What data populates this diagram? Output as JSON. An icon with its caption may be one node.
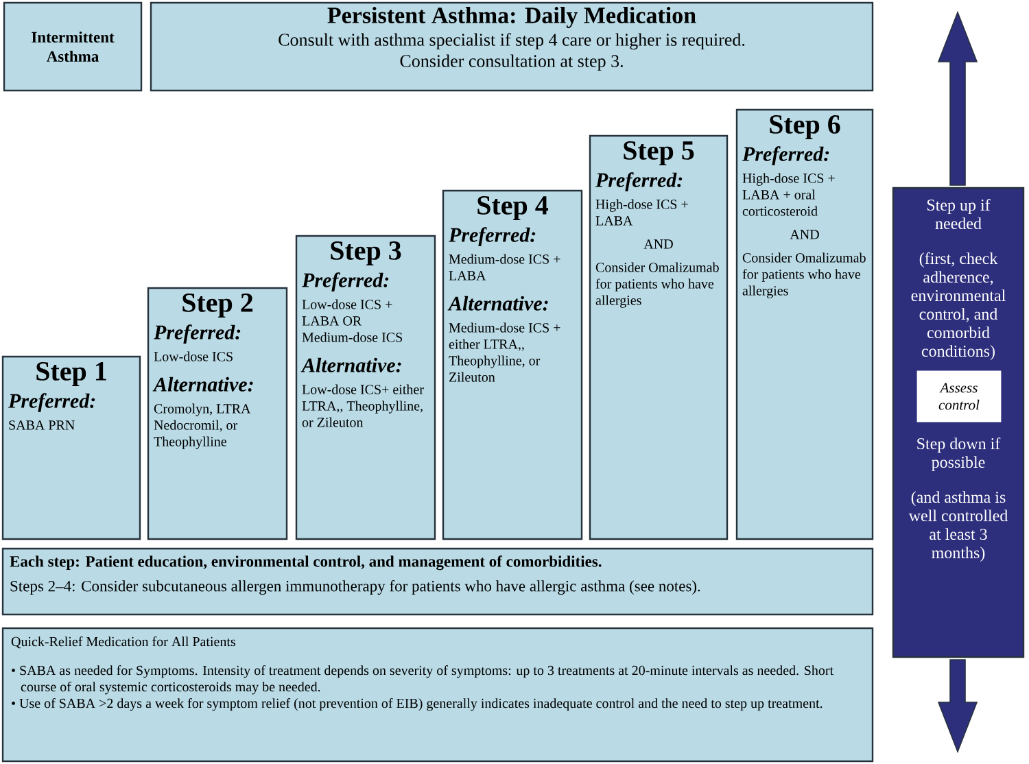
{
  "diagram": {
    "nodes": [
      {
        "text": [
          "Intermittent Asthma"
        ]
      },
      {
        "text": [
          "Persistent Asthma: Daily Medication",
          "Consult with asthma specialist if step 4 care or higher is required.",
          "Consider consultation at step 3."
        ]
      },
      {
        "text": [
          "Step 1",
          "Preferred:",
          "SABA PRN"
        ]
      },
      {
        "text": [
          "Step 2",
          "Preferred:",
          "Low-dose ICS",
          "Alternative:",
          "Cromolyn, LTRA Nedocromil, or Theophylline"
        ]
      },
      {
        "text": [
          "Step 3",
          "Preferred:",
          "Low-dose ICS + LABA OR Medium-dose ICS",
          "Alternative:",
          "Low-dose ICS+ either LTRA,, Theophylline, or Zileuton"
        ]
      },
      {
        "text": [
          "Step 4",
          "Preferred:",
          "Medium-dose ICS + LABA",
          "Alternative:",
          "Medium-dose ICS + either LTRA,, Theophylline, or Zileuton"
        ]
      },
      {
        "text": [
          "Step 5",
          "Preferred:",
          "High-dose ICS + LABA",
          "AND",
          "Consider Omalizumab for patients who have allergies"
        ]
      },
      {
        "text": [
          "Step 6",
          "Preferred:",
          "High-dose ICS + LABA + oral corticosteroid",
          "AND",
          "Consider Omalizumab for patients who have allergies"
        ]
      },
      {
        "text": [
          "Step up if needed",
          "(first, check adherence, environmental control, and comorbid conditions)",
          "Step down if possible",
          "(and asthma is well controlled at least 3 months)"
        ]
      },
      {
        "text": [
          "Assess control"
        ],
        "in": 8
      },
      {
        "text": [
          "Each step: Patient education, environmental control, and management of comorbidities.",
          "Steps 2–4: Consider subcutaneous allergen immunotherapy for patients who have allergic asthma (see notes)."
        ]
      },
      {
        "text": [
          "Quick-Relief Medication for All Patients",
          "• SABA as needed for Symptoms. Intensity of treatment depends on severity of symptoms: up to 3 treatments at 20-minute intervals as needed. Short course of oral systemic corticosteroids may be needed.",
          "• Use of SABA >2 days a week for symptom relief (not prevention of EIB) generally indicates inadequate control and the need to step up treatment."
        ]
      }
    ]
  }
}
